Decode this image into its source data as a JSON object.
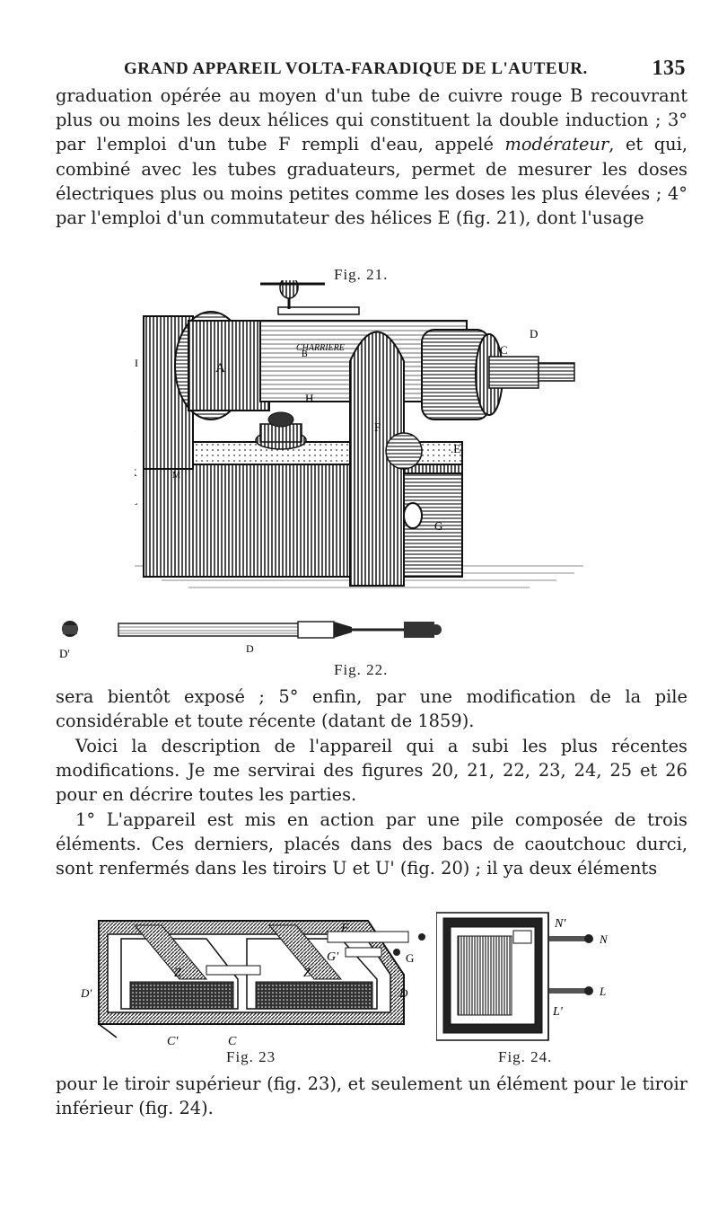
{
  "header": {
    "running_title": "GRAND APPAREIL VOLTA-FARADIQUE DE L'AUTEUR.",
    "page_number": "135"
  },
  "paragraph_1": "graduation opérée au moyen d'un tube de cuivre rouge B recouvrant plus ou moins les deux hélices qui constituent la double induction ; 3° par l'emploi d'un tube F rempli d'eau, appelé",
  "paragraph_1_italic": "modérateur",
  "paragraph_1_end": ", et qui, combiné avec les tubes graduateurs, permet de mesurer les doses électriques plus ou moins petites comme les doses les plus élevées ; 4° par l'emploi d'un commutateur des hélices E (fig. 21), dont l'usage",
  "figure_21": {
    "caption": "Fig. 21.",
    "labels": {
      "A": "A",
      "B": "B",
      "C": "C",
      "D": "D",
      "E": ".E",
      "F": "F",
      "G": "G",
      "H": "H",
      "I": "I",
      "J": "J",
      "K": "K",
      "L": "L",
      "M": "M",
      "chariot": "CHARRIERE"
    }
  },
  "figure_22": {
    "caption": "Fig. 22.",
    "labels": {
      "D_prime": "D'",
      "D": "D"
    }
  },
  "paragraph_2": "sera bientôt exposé ; 5° enfin, par une modification de la pile considérable et toute récente (datant de 1859).",
  "paragraph_3": "Voici la description de l'appareil qui a subi les plus récentes modifications. Je me servirai des figures 20, 21, 22, 23, 24, 25 et 26 pour en décrire toutes les parties.",
  "paragraph_4": "1° L'appareil est mis en action par une pile composée de trois éléments. Ces derniers, placés dans des bacs de caoutchouc durci, sont renfermés dans les tiroirs U et U' (fig. 20) ; il ya deux éléments",
  "figure_23": {
    "caption": "Fig. 23",
    "labels": {
      "F": "F",
      "G_prime": "G'",
      "G": "G",
      "Z1": "Z",
      "Z2": "Z",
      "D_prime": "D'",
      "D": "D",
      "C_prime": "C'",
      "C": "C"
    }
  },
  "figure_24": {
    "caption": "Fig. 24.",
    "labels": {
      "N_prime": "N'",
      "N": "N",
      "L": "L",
      "L_prime": "L'"
    }
  },
  "paragraph_5": "pour le tiroir supérieur (fig. 23), et seulement un élément pour le tiroir inférieur (fig. 24)."
}
